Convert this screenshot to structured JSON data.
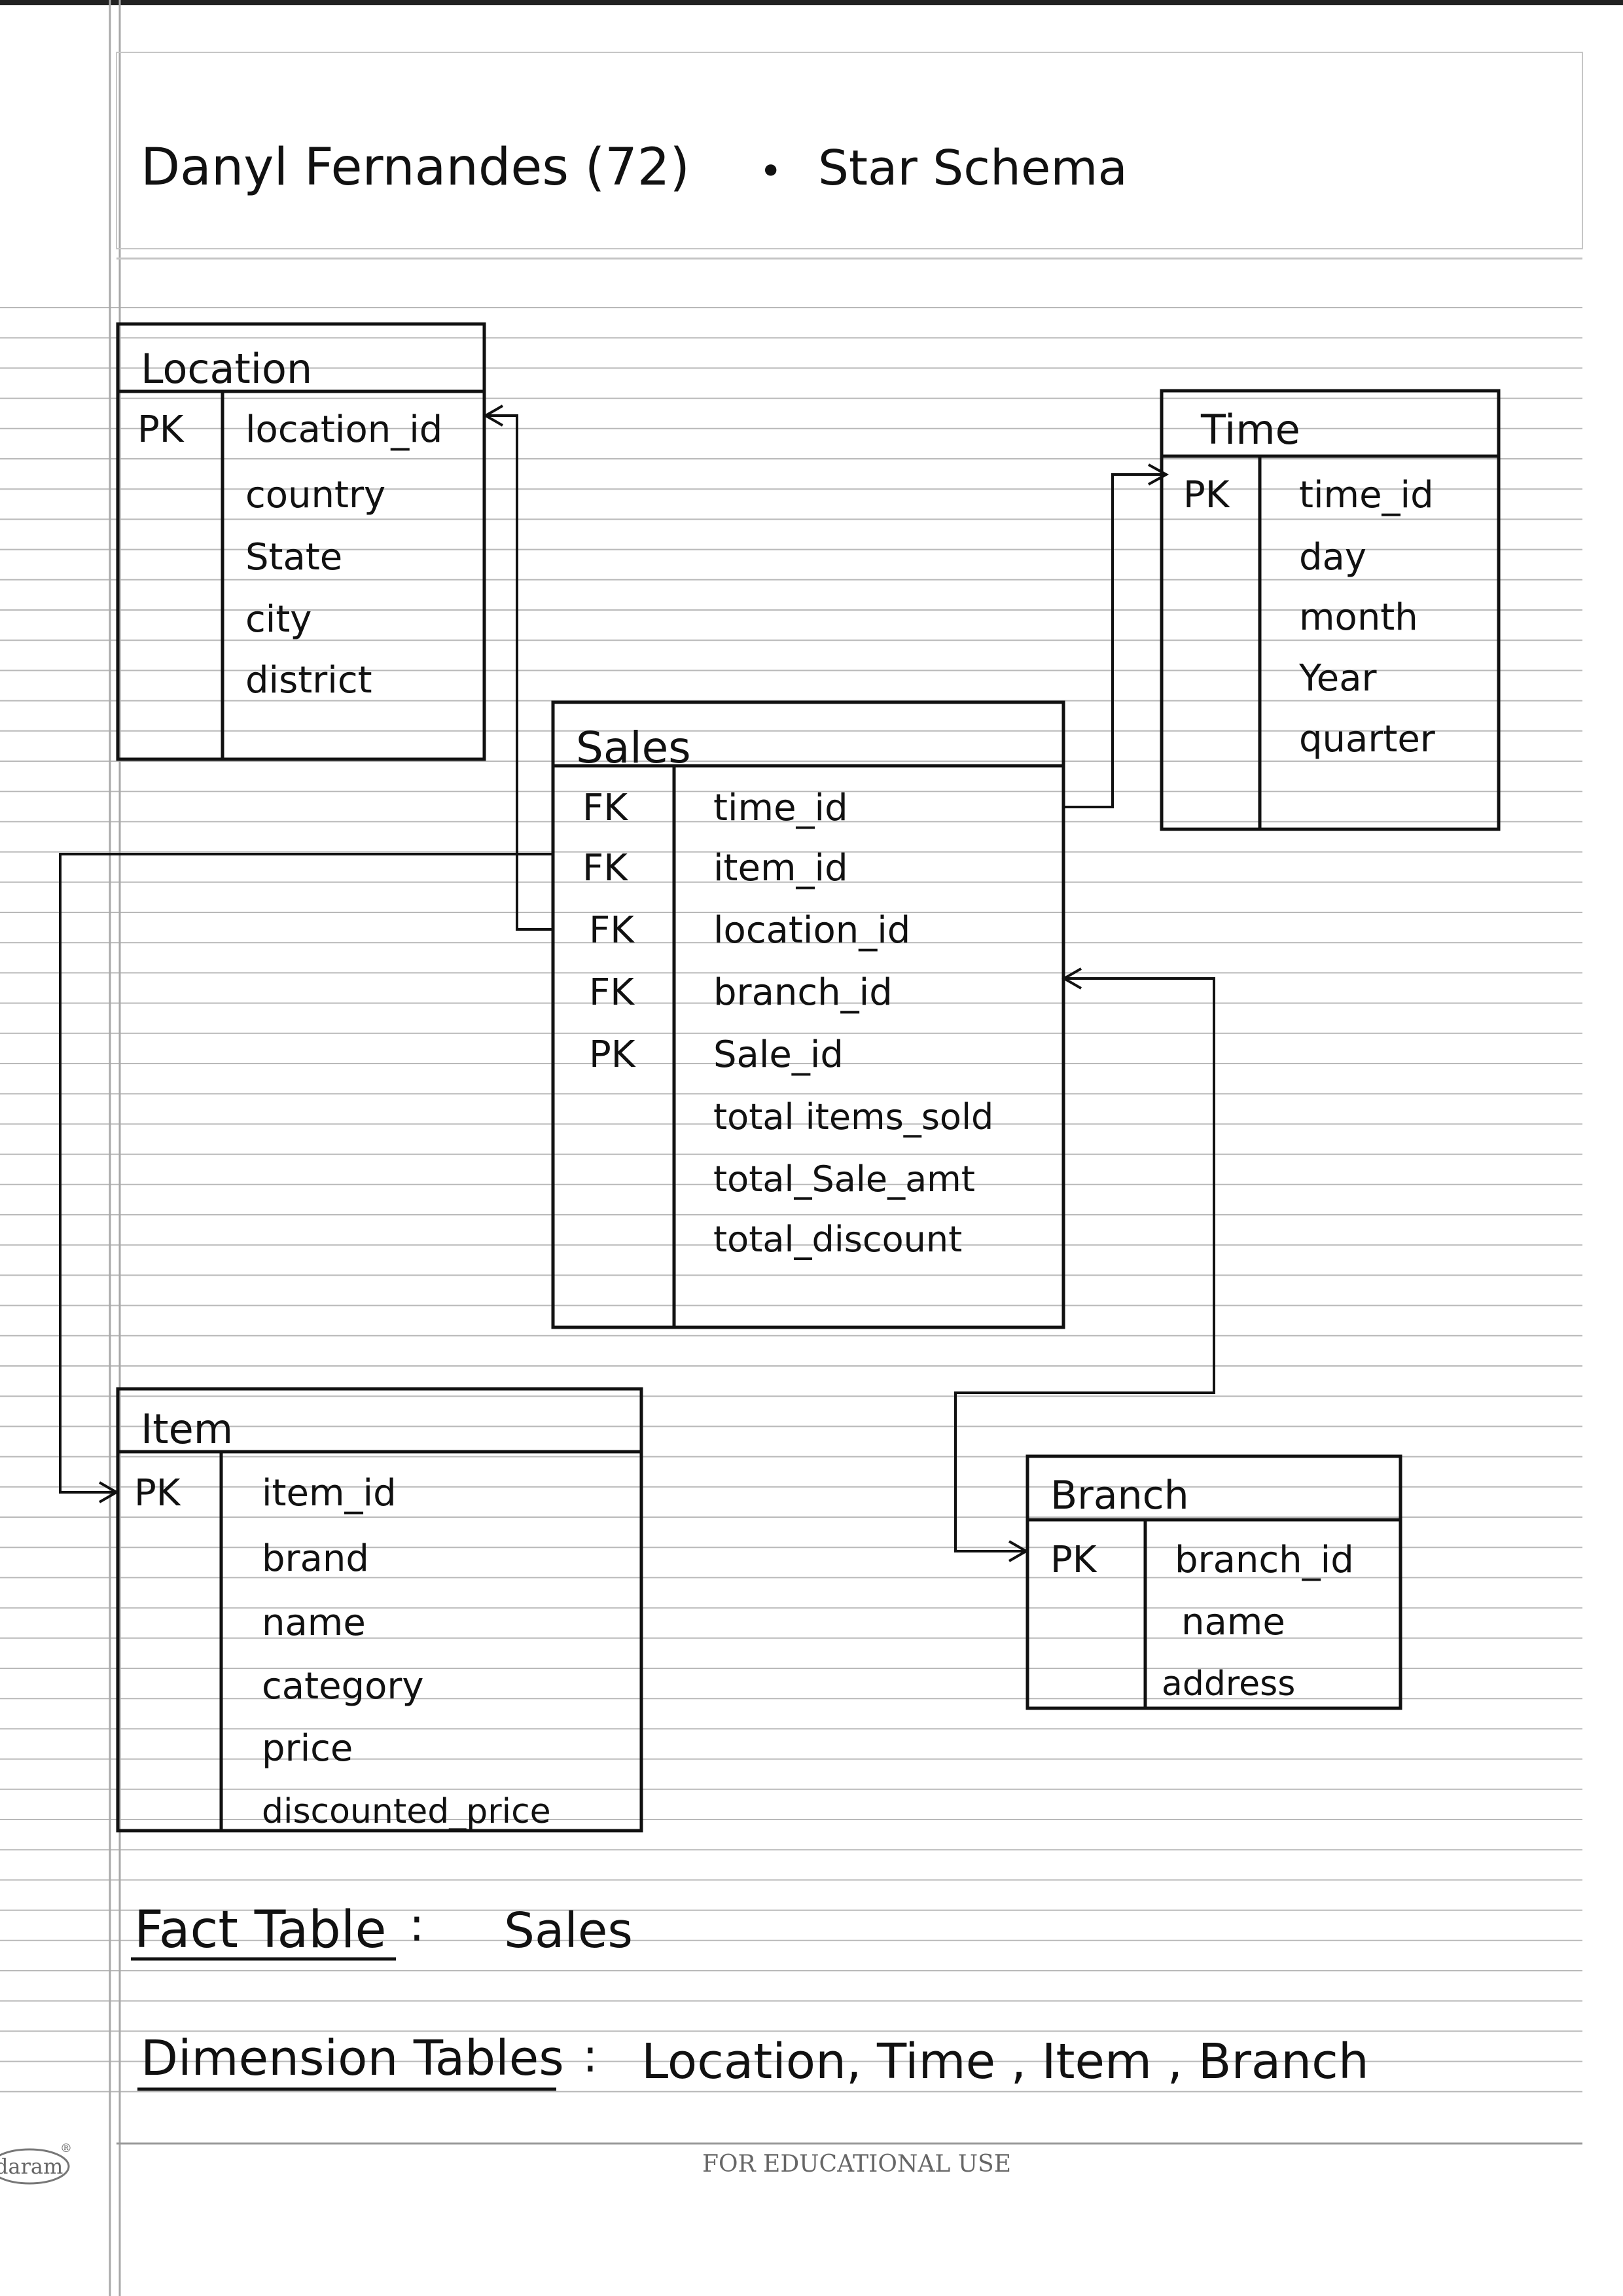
{
  "header": {
    "author": "Danyl Fernandes (72)",
    "bullet": "•",
    "topic": "Star Schema"
  },
  "tables": {
    "location": {
      "name": "Location",
      "rows": [
        [
          "PK",
          "location_id"
        ],
        [
          "",
          "country"
        ],
        [
          "",
          "State"
        ],
        [
          "",
          "city"
        ],
        [
          "",
          "district"
        ]
      ]
    },
    "time": {
      "name": "Time",
      "rows": [
        [
          "PK",
          "time_id"
        ],
        [
          "",
          "day"
        ],
        [
          "",
          "month"
        ],
        [
          "",
          "Year"
        ],
        [
          "",
          "quarter"
        ]
      ]
    },
    "sales": {
      "name": "Sales",
      "rows": [
        [
          "FK",
          "time_id"
        ],
        [
          "FK",
          "item_id"
        ],
        [
          "FK",
          "location_id"
        ],
        [
          "FK",
          "branch_id"
        ],
        [
          "PK",
          "Sale_id"
        ],
        [
          "",
          "total items_sold"
        ],
        [
          "",
          "total_Sale_amt"
        ],
        [
          "",
          "total_discount"
        ]
      ]
    },
    "item": {
      "name": "Item",
      "rows": [
        [
          "PK",
          "item_id"
        ],
        [
          "",
          "brand"
        ],
        [
          "",
          "name"
        ],
        [
          "",
          "category"
        ],
        [
          "",
          "price"
        ],
        [
          "",
          "discounted_price"
        ]
      ]
    },
    "branch": {
      "name": "Branch",
      "rows": [
        [
          "PK",
          "branch_id"
        ],
        [
          "",
          "name"
        ],
        [
          "",
          "address"
        ]
      ]
    }
  },
  "summary": {
    "fact_label": "Fact Table",
    "fact_value": "Sales",
    "dimension_label": "Dimension Tables",
    "dimension_value": "Location, Time , Item , Branch"
  },
  "footer": {
    "brand": "daram",
    "registered": "®",
    "notice": "FOR EDUCATIONAL USE"
  }
}
